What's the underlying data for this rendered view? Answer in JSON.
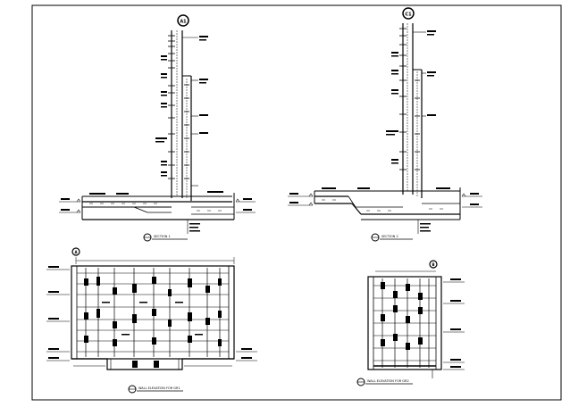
{
  "drawing": {
    "section_a_marker": "A1",
    "section_b_marker": "C1",
    "elevation_a_marker": "A",
    "elevation_b_marker": "B",
    "section_a_title": "SECTION 1",
    "section_b_title": "SECTION 2",
    "elevation_a_title": "WALL ELEVATION FOR GR1",
    "elevation_b_title": "WALL ELEVATION FOR GR2"
  },
  "colors": {
    "line": "#000000",
    "background": "#ffffff"
  }
}
